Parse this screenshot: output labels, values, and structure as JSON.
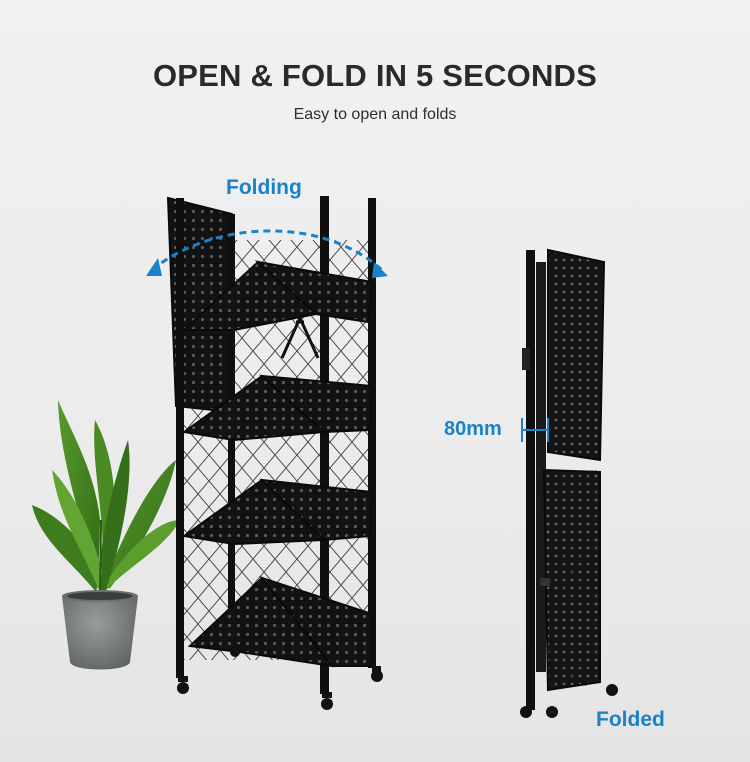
{
  "headline": "OPEN & FOLD IN 5 SECONDS",
  "subheadline": "Easy to open and folds",
  "callouts": {
    "folding": "Folding",
    "thickness": "80mm",
    "folded": "Folded"
  },
  "colors": {
    "accent_blue": "#1b82c9",
    "rack_black": "#111111",
    "heading": "#2a2a2a"
  },
  "objects": [
    "plant-pot",
    "open-shelf-rack",
    "folded-shelf-rack"
  ]
}
